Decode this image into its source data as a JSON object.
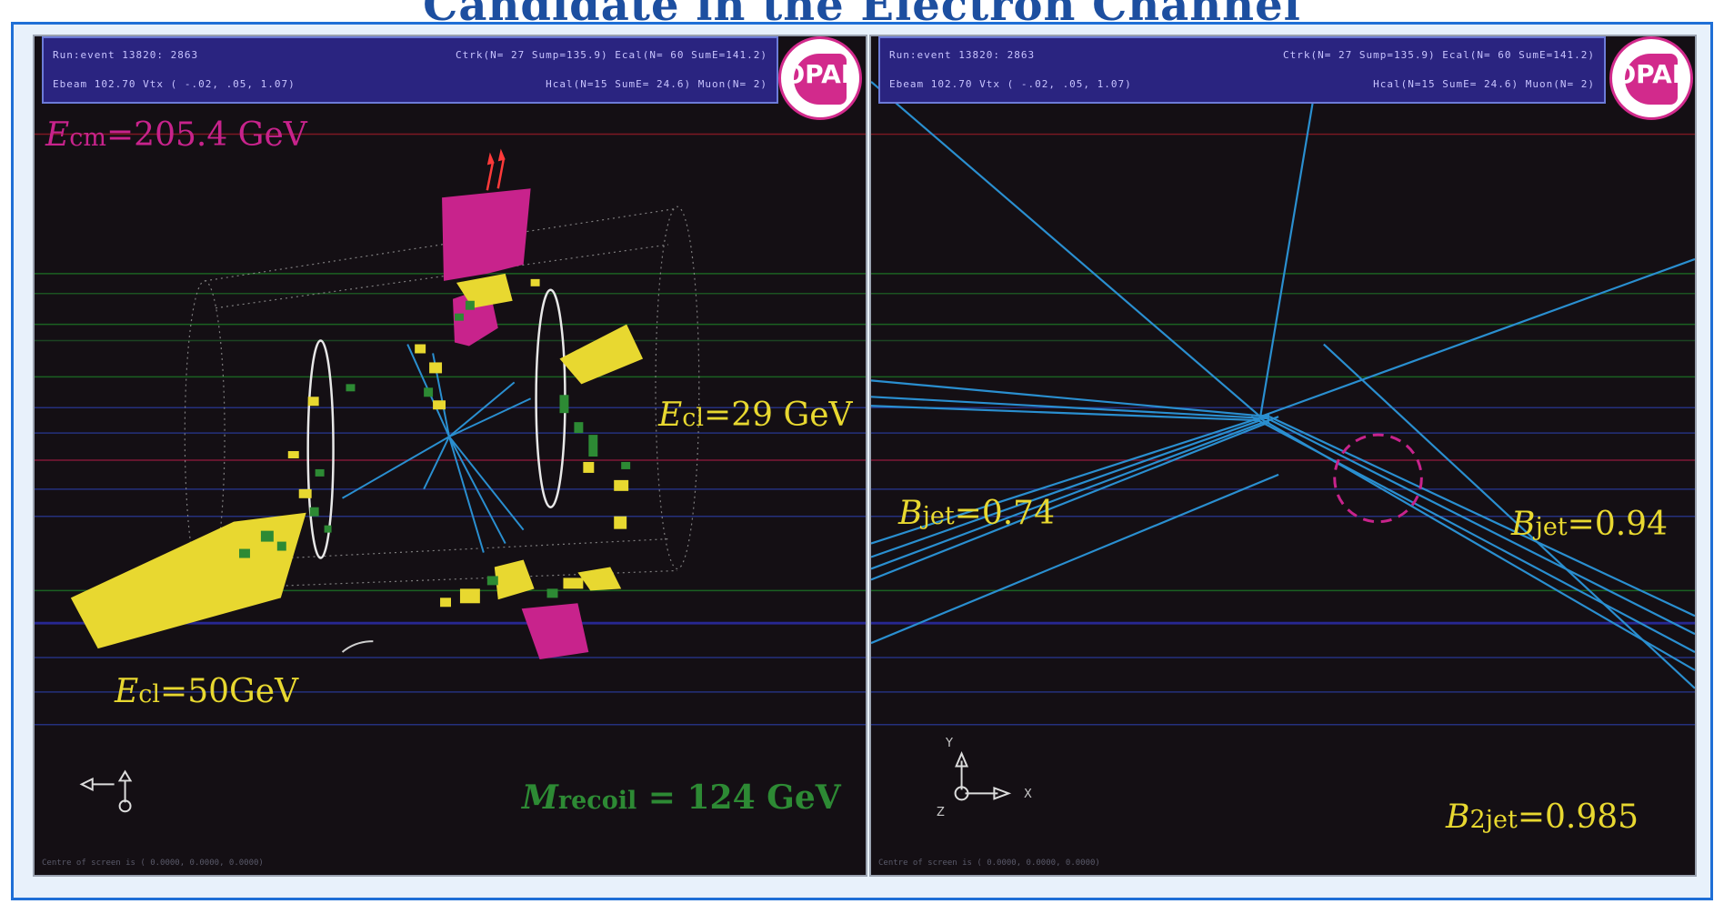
{
  "title": "Candidate in the Electron Channel",
  "left_panel": {
    "header": {
      "row1_left": "Run:event 13820: 2863",
      "row1_right": "Ctrk(N= 27 Sump=135.9) Ecal(N= 60 SumE=141.2)",
      "row2_left": "Ebeam 102.70 Vtx ( -.02,  .05, 1.07)",
      "row2_right": "Hcal(N=15 SumE= 24.6) Muon(N= 2)"
    },
    "logo_text": "OPAL",
    "ecm": {
      "prefix": "E",
      "sub": "cm",
      "value": "=205.4 GeV"
    },
    "ecl29": {
      "prefix": "E",
      "sub": "cl",
      "value": "=29 GeV"
    },
    "ecl50": {
      "prefix": "E",
      "sub": "cl",
      "value": "=50GeV"
    },
    "mrecoil": {
      "prefix": "M",
      "sub": "recoil",
      "value": " = 124 GeV"
    },
    "footer": "Centre of screen is (   0.0000,    0.0000,    0.0000)"
  },
  "right_panel": {
    "header": {
      "row1_left": "Run:event 13820: 2863",
      "row1_right": "Ctrk(N= 27 Sump=135.9) Ecal(N= 60 SumE=141.2)",
      "row2_left": "Ebeam 102.70 Vtx ( -.02,  .05, 1.07)",
      "row2_right": "Hcal(N=15 SumE= 24.6) Muon(N= 2)"
    },
    "logo_text": "OPAL",
    "bjet1": {
      "prefix": "B",
      "sub": "jet",
      "value": "=0.74"
    },
    "bjet2": {
      "prefix": "B",
      "sub": "jet",
      "value": "=0.94"
    },
    "b2jet": {
      "prefix": "B",
      "sub": "2jet",
      "value": "=0.985"
    },
    "axis_y": "Y",
    "axis_x": "X",
    "axis_z": "Z",
    "footer": "Centre of screen is (   0.0000,    0.0000,    0.0000)"
  },
  "colors": {
    "magenta": "#c8238c",
    "yellow": "#e8d830",
    "green": "#2d8a34",
    "track_blue": "#2a8fd0"
  }
}
